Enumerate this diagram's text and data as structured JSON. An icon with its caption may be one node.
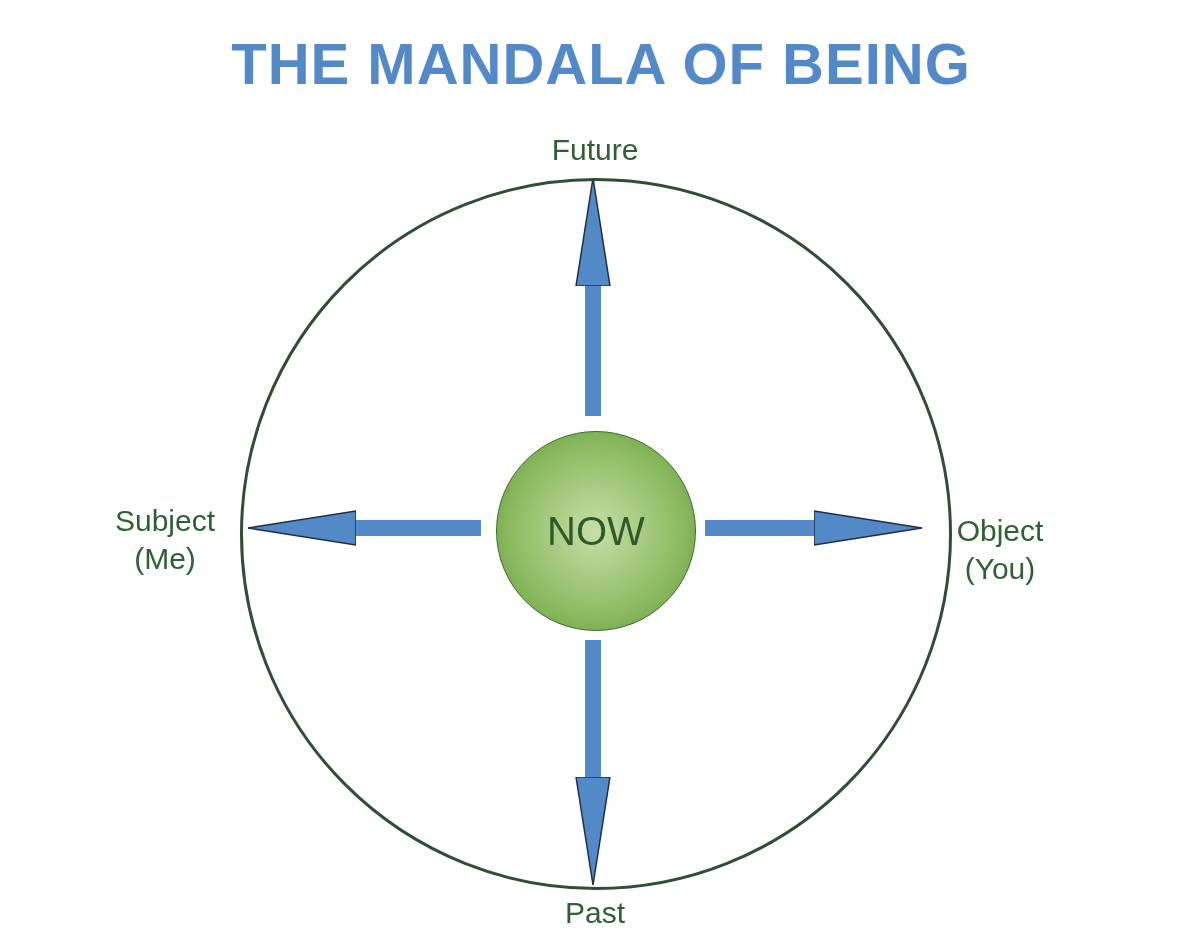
{
  "diagram": {
    "title": "THE MANDALA OF BEING",
    "nodes": [
      {
        "text": [],
        "shape": "circle"
      },
      {
        "text": [
          "NOW"
        ],
        "in": 0
      },
      {
        "text": [
          "Future"
        ]
      },
      {
        "text": [
          "Subject (Me)"
        ]
      },
      {
        "text": [
          "Object (You)"
        ]
      },
      {
        "text": [
          "Past"
        ]
      }
    ],
    "edges": [
      {
        "from": 1,
        "to": 2,
        "arrow": "to"
      },
      {
        "from": 1,
        "to": 3,
        "arrow": "to"
      },
      {
        "from": 1,
        "to": 4,
        "arrow": "to"
      },
      {
        "from": 1,
        "to": 5,
        "arrow": "to"
      }
    ]
  }
}
